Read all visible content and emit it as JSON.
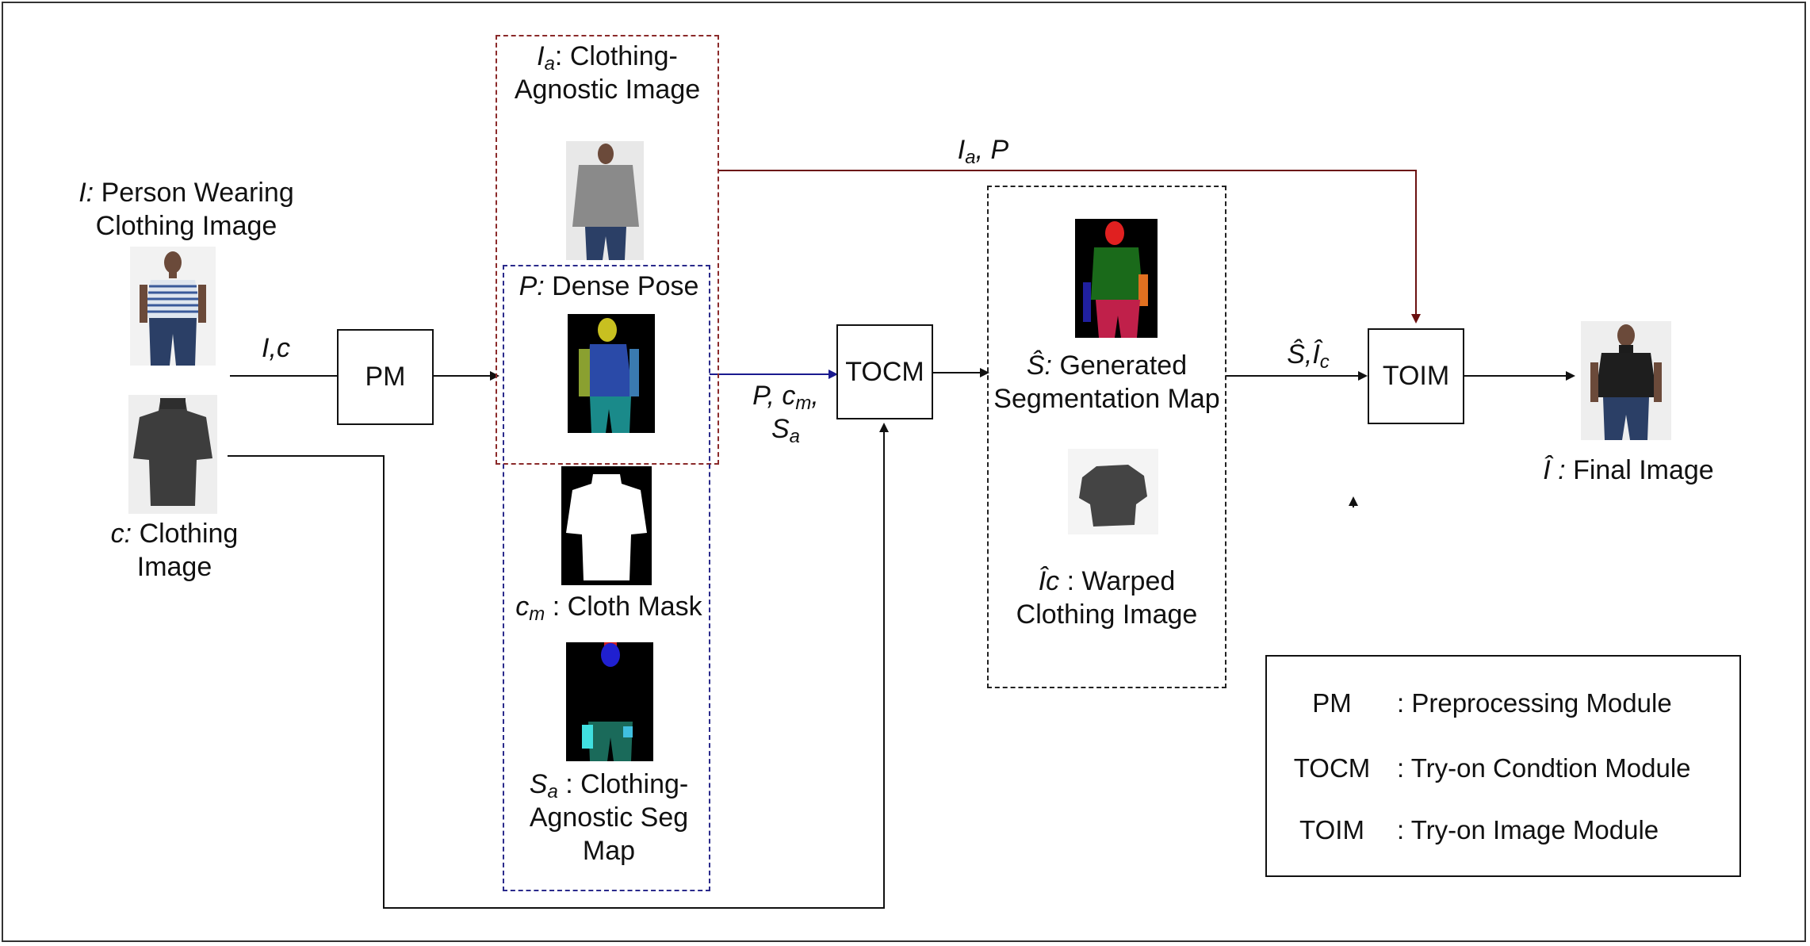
{
  "inputs": {
    "person": {
      "symbol": "I:",
      "label_line1": " Person Wearing",
      "label_line2": "Clothing Image"
    },
    "cloth": {
      "symbol": "c:",
      "label_line1": " Clothing",
      "label_line2": "Image"
    }
  },
  "modules": {
    "pm": "PM",
    "tocm": "TOCM",
    "toim": "TOIM"
  },
  "preprocess_outputs": {
    "agnostic_image": {
      "symbol": "I",
      "sub": "a",
      "line1": ": Clothing-",
      "line2": "Agnostic Image"
    },
    "dense_pose": {
      "symbol": "P:",
      "label": " Dense Pose"
    },
    "cloth_mask": {
      "symbol": "c",
      "sub": "m",
      "label": " : Cloth Mask"
    },
    "agnostic_seg": {
      "symbol": "S",
      "sub": "a",
      "line1": " : Clothing-",
      "line2": "Agnostic Seg",
      "line3": "Map"
    }
  },
  "tocm_outputs": {
    "seg_map": {
      "symbol": "Ŝ:",
      "line1": " Generated",
      "line2": "Segmentation Map"
    },
    "warped": {
      "symbol": "Îc",
      "line1": " : Warped",
      "line2": "Clothing Image"
    }
  },
  "edges": {
    "input_label": "I,c",
    "tocm_input_label": {
      "p": "P, c",
      "sub": "m",
      "tail": ",",
      "sa": "S",
      "sa_sub": "a"
    },
    "toim_top_label": {
      "ia": "I",
      "ia_sub": "a",
      "tail": ", P"
    },
    "toim_left_label": {
      "s": "Ŝ,Î",
      "sub": "c"
    }
  },
  "output": {
    "symbol": "Î :",
    "label": " Final Image"
  },
  "legend": [
    {
      "abbr": "PM",
      "desc": ": Preprocessing Module"
    },
    {
      "abbr": "TOCM",
      "desc": ": Try-on Condtion Module"
    },
    {
      "abbr": "TOIM",
      "desc": ": Try-on Image Module"
    }
  ],
  "colors": {
    "red_dashed": "#8b2a2a",
    "blue_dashed": "#2a2a8b",
    "dark_red_arrow": "#6b1010",
    "blue_arrow": "#1a1a8f"
  }
}
